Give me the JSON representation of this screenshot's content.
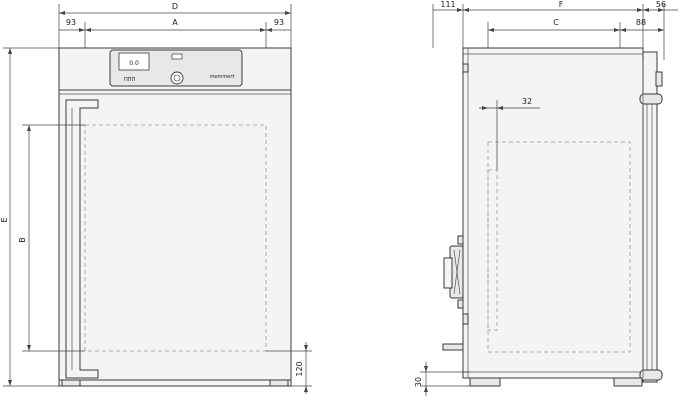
{
  "front_view": {
    "labels": {
      "d": "D",
      "a": "A",
      "left_offset": "93",
      "right_offset": "93",
      "e": "E",
      "b": "B",
      "bottom_offset": "120"
    },
    "brand_text": "memmert",
    "display_glyph": "0.0",
    "panel_mark": "ΠΠΠ"
  },
  "side_view": {
    "labels": {
      "rear_offset": "111",
      "f": "F",
      "front_offset": "56",
      "c": "C",
      "door_offset": "88",
      "inner_offset": "32",
      "foot_height": "30"
    }
  },
  "colors": {
    "line": "#3a3a3a",
    "hidden_line": "#9a9a9a",
    "fill": "#f4f4f4"
  }
}
